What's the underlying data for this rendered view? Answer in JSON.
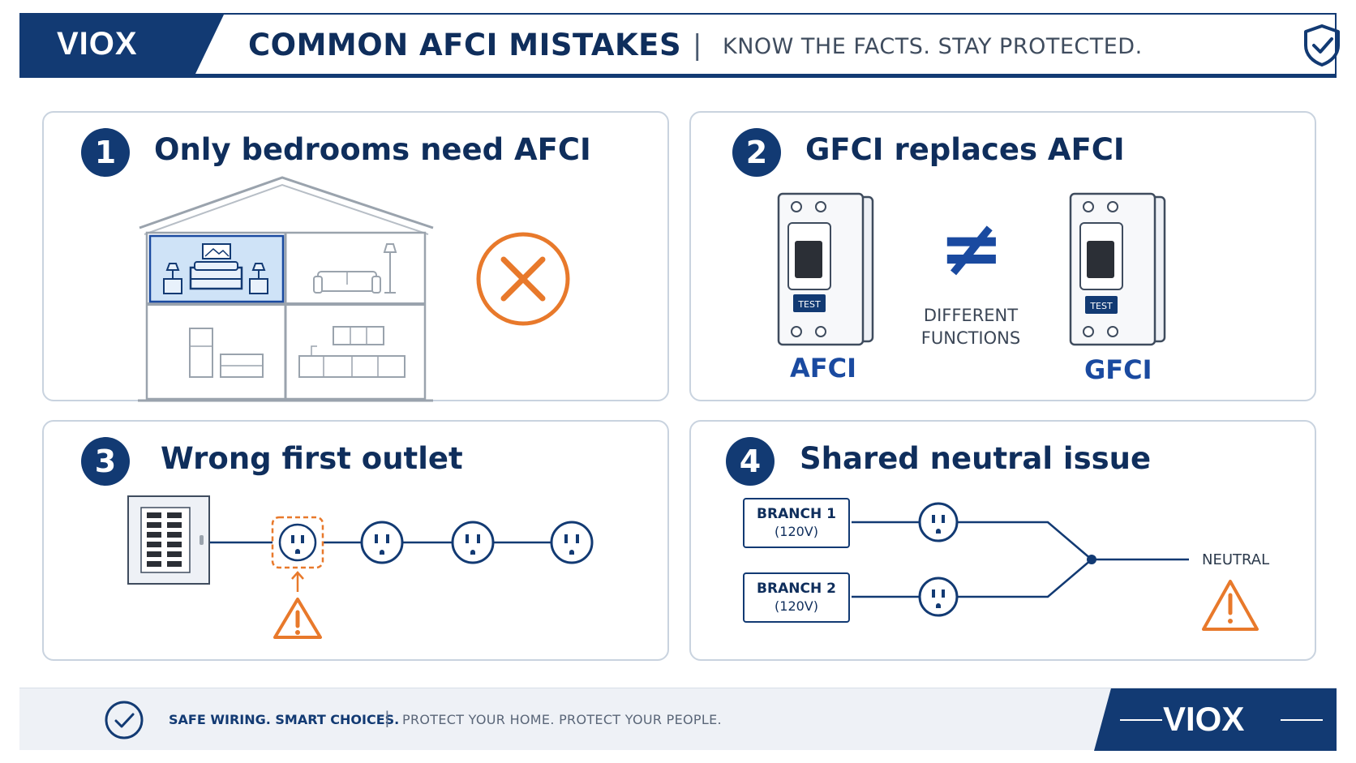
{
  "header": {
    "logo": "VIOX",
    "title": "COMMON AFCI MISTAKES",
    "separator": "|",
    "subtitle": "KNOW THE FACTS. STAY PROTECTED."
  },
  "mistakes": [
    {
      "number": "1",
      "title": "Only bedrooms need AFCI"
    },
    {
      "number": "2",
      "title": "GFCI replaces AFCI",
      "left_label": "AFCI",
      "right_label": "GFCI",
      "symbol": "≠",
      "middle_line1": "DIFFERENT",
      "middle_line2": "FUNCTIONS",
      "test_label": "TEST"
    },
    {
      "number": "3",
      "title": "Wrong first outlet"
    },
    {
      "number": "4",
      "title": "Shared neutral issue",
      "branch1": {
        "name": "BRANCH 1",
        "voltage": "(120V)"
      },
      "branch2": {
        "name": "BRANCH 2",
        "voltage": "(120V)"
      },
      "neutral_label": "NEUTRAL"
    }
  ],
  "footer": {
    "slogan": "SAFE WIRING. SMART CHOICES.",
    "separator": "|",
    "tagline": "PROTECT YOUR HOME. PROTECT YOUR PEOPLE.",
    "logo": "VIOX"
  },
  "colors": {
    "navy": "#123a73",
    "accent_blue": "#1a4aa0",
    "warning_orange": "#e8792b",
    "bedroom_highlight": "#cfe3f7"
  }
}
